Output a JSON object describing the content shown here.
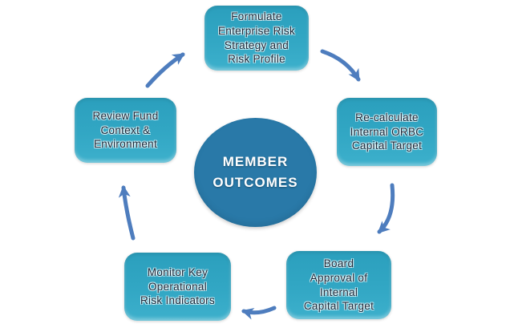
{
  "diagram": {
    "type": "cycle",
    "center_label": "MEMBER\nOUTCOMES",
    "nodes": [
      {
        "id": "formulate-risk-strategy",
        "position": "top",
        "label": "Formulate\nEnterprise Risk\nStrategy and\nRisk Profile"
      },
      {
        "id": "recalculate-orbc-target",
        "position": "right",
        "label": "Re-calculate\nInternal ORBC\nCapital Target"
      },
      {
        "id": "board-approval",
        "position": "bottom-right",
        "label": "Board\nApproval of\nInternal\nCapital Target"
      },
      {
        "id": "monitor-kris",
        "position": "bottom-left",
        "label": "Monitor Key\nOperational\nRisk Indicators"
      },
      {
        "id": "review-fund-context",
        "position": "left",
        "label": "Review Fund\nContext &\nEnvironment"
      }
    ],
    "arrows": [
      {
        "from": "formulate-risk-strategy",
        "to": "recalculate-orbc-target"
      },
      {
        "from": "recalculate-orbc-target",
        "to": "board-approval"
      },
      {
        "from": "board-approval",
        "to": "monitor-kris"
      },
      {
        "from": "monitor-kris",
        "to": "review-fund-context"
      },
      {
        "from": "review-fund-context",
        "to": "formulate-risk-strategy"
      }
    ],
    "colors": {
      "box_fill_top": "#2b9fbd",
      "box_fill_bottom": "#3db0cc",
      "box_text": "#16283a",
      "circle_fill": "#2979a8",
      "center_text": "#ffffff",
      "arrow": "#4e7dbe",
      "background": "#ffffff"
    }
  }
}
